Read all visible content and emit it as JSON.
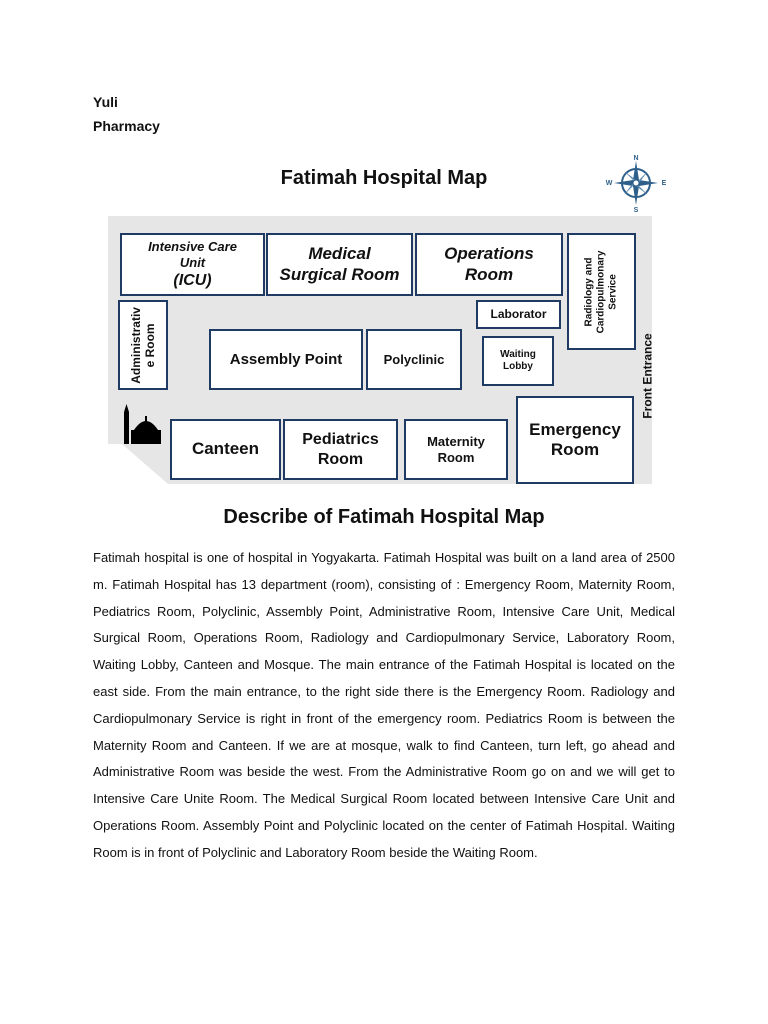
{
  "author": {
    "name": "Yuli",
    "major": "Pharmacy"
  },
  "map": {
    "title": "Fatimah Hospital Map",
    "compass": {
      "n": "N",
      "s": "S",
      "e": "E",
      "w": "W"
    },
    "rooms": {
      "icu_line1": "Intensive Care",
      "icu_line2": "Unit",
      "icu_line3": "(ICU)",
      "medical_surgical_1": "Medical",
      "medical_surgical_2": "Surgical Room",
      "operations_1": "Operations",
      "operations_2": "Room",
      "radiology_1": "Radiology and",
      "radiology_2": "Cardiopulmonary",
      "radiology_3": "Service",
      "laboratory": "Laborator",
      "administrative_1": "Administrativ",
      "administrative_2": "e Room",
      "assembly_point": "Assembly Point",
      "polyclinic": "Polyclinic",
      "waiting_1": "Waiting",
      "waiting_2": "Lobby",
      "front_entrance": "Front Entrance",
      "canteen": "Canteen",
      "pediatrics_1": "Pediatrics",
      "pediatrics_2": "Room",
      "maternity_1": "Maternity",
      "maternity_2": "Room",
      "emergency_1": "Emergency",
      "emergency_2": "Room"
    },
    "colors": {
      "room_border": "#1f3b63",
      "ground": "#e6e6e6",
      "compass": "#2d5f8a"
    }
  },
  "description": {
    "title": "Describe of Fatimah Hospital Map",
    "paragraph": "Fatimah hospital is one of hospital in Yogyakarta. Fatimah Hospital was built on a land area of 2500 m. Fatimah Hospital has 13 department (room), consisting of : Emergency Room, Maternity Room, Pediatrics Room, Polyclinic, Assembly Point, Administrative Room, Intensive Care Unit, Medical Surgical Room, Operations Room, Radiology and Cardiopulmonary Service, Laboratory Room, Waiting Lobby, Canteen and Mosque. The main entrance of the Fatimah Hospital is located on the east side. From the main entrance, to the right side there is the Emergency Room. Radiology and Cardiopulmonary Service is right in front of the emergency room. Pediatrics Room is between the Maternity Room and Canteen. If we are at mosque, walk to find Canteen, turn left, go ahead and Administrative Room was beside the west. From the Administrative Room go on and we will get to Intensive Care Unite Room. The Medical Surgical Room located between Intensive Care Unit and Operations Room. Assembly Point and Polyclinic located on the center of Fatimah Hospital. Waiting Room is in front of Polyclinic and Laboratory Room beside the Waiting Room."
  }
}
